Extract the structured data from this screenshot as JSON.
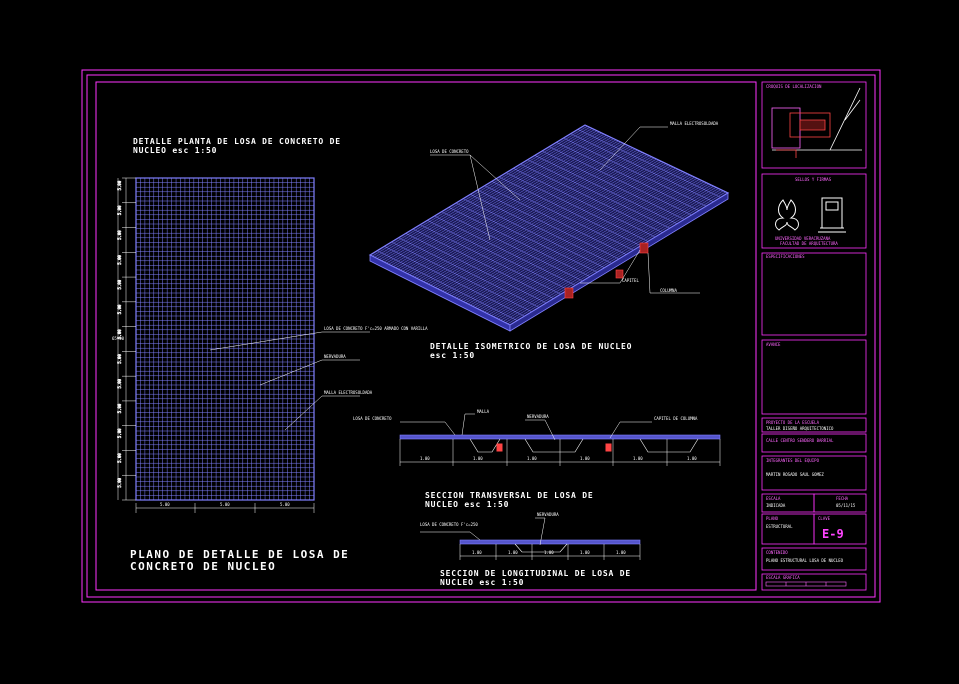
{
  "drawing": {
    "main_title_line1": "PLANO DE DETALLE DE LOSA DE",
    "main_title_line2": "CONCRETO DE NUCLEO",
    "plan_title_line1": "DETALLE PLANTA DE LOSA DE CONCRETO DE",
    "plan_title_line2": "NUCLEO esc 1:50",
    "iso_title_line1": "DETALLE ISOMETRICO DE LOSA DE NUCLEO",
    "iso_title_line2": "esc 1:50",
    "trans_title_line1": "SECCION TRANSVERSAL DE LOSA DE",
    "trans_title_line2": "NUCLEO esc 1:50",
    "long_title_line1": "SECCION DE LONGITUDINAL DE LOSA DE",
    "long_title_line2": "NUCLEO esc 1:50"
  },
  "colors": {
    "frame": "#ff33ff",
    "mesh": "#8080ff",
    "dims": "#ffffff",
    "accent_red": "#ff3333"
  },
  "title_block": {
    "location_header": "CROQUIS DE LOCALIZACION",
    "seal_header": "SELLOS Y FIRMAS",
    "university_line1": "UNIVERSIDAD VERACRUZANA",
    "university_line2": "FACULTAD DE ARQUITECTURA",
    "notes_header": "ESPECIFICACIONES",
    "revisions_header": "AVANCE",
    "project_label": "PROYECTO DE LA ESCUELA",
    "project_value": "TALLER DISEÑO ARQUITECTONICO",
    "site_label": "CALLE CENTRO SENDERO BARRIAL",
    "author_label": "INTEGRANTES DEL EQUIPO",
    "author_value": "MARTIN ROSADO SAUL GOMEZ",
    "scale_label": "ESCALA",
    "scale_value": "INDICADA",
    "date_label": "FECHA",
    "date_value": "05/11/15",
    "drawing_type_label": "PLANO",
    "drawing_type_value": "ESTRUCTURAL",
    "sheet_label": "CLAVE",
    "sheet_value": "E-9",
    "content_label": "CONTENIDO",
    "content_value": "PLANO ESTRUCTURAL LOSA DE NUCLEO",
    "graphic_scale_label": "ESCALA GRAFICA"
  },
  "dimensions": {
    "plan_left": [
      "5.00",
      "5.00",
      "5.00",
      "5.00",
      "5.00",
      "5.00",
      "5.00",
      "5.00",
      "5.00",
      "5.00",
      "5.00",
      "5.00",
      "5.00"
    ],
    "plan_left_total": "65.00",
    "plan_bottom": [
      "5.00",
      "5.00",
      "5.00"
    ],
    "section_trans": [
      "1.00",
      "1.00",
      "1.00",
      "1.00",
      "1.00",
      "1.00"
    ],
    "section_long": [
      "1.00",
      "1.00",
      "1.00",
      "1.00",
      "1.00"
    ]
  },
  "callouts": {
    "plan_1": "LOSA DE CONCRETO F'c=250 ARMADO CON VARILLA",
    "plan_2": "NERVADURA",
    "plan_3": "MALLA ELECTROSOLDADA",
    "iso_1": "MALLA ELECTROSOLDADA",
    "iso_2": "LOSA DE CONCRETO",
    "iso_3": "CAPITEL",
    "iso_4": "COLUMNA",
    "sec_1": "LOSA DE CONCRETO",
    "sec_2": "NERVADURA",
    "sec_3": "MALLA",
    "sec_4": "CAPITEL DE COLUMNA",
    "long_1": "LOSA DE CONCRETO F'c=250",
    "long_2": "NERVADURA"
  }
}
